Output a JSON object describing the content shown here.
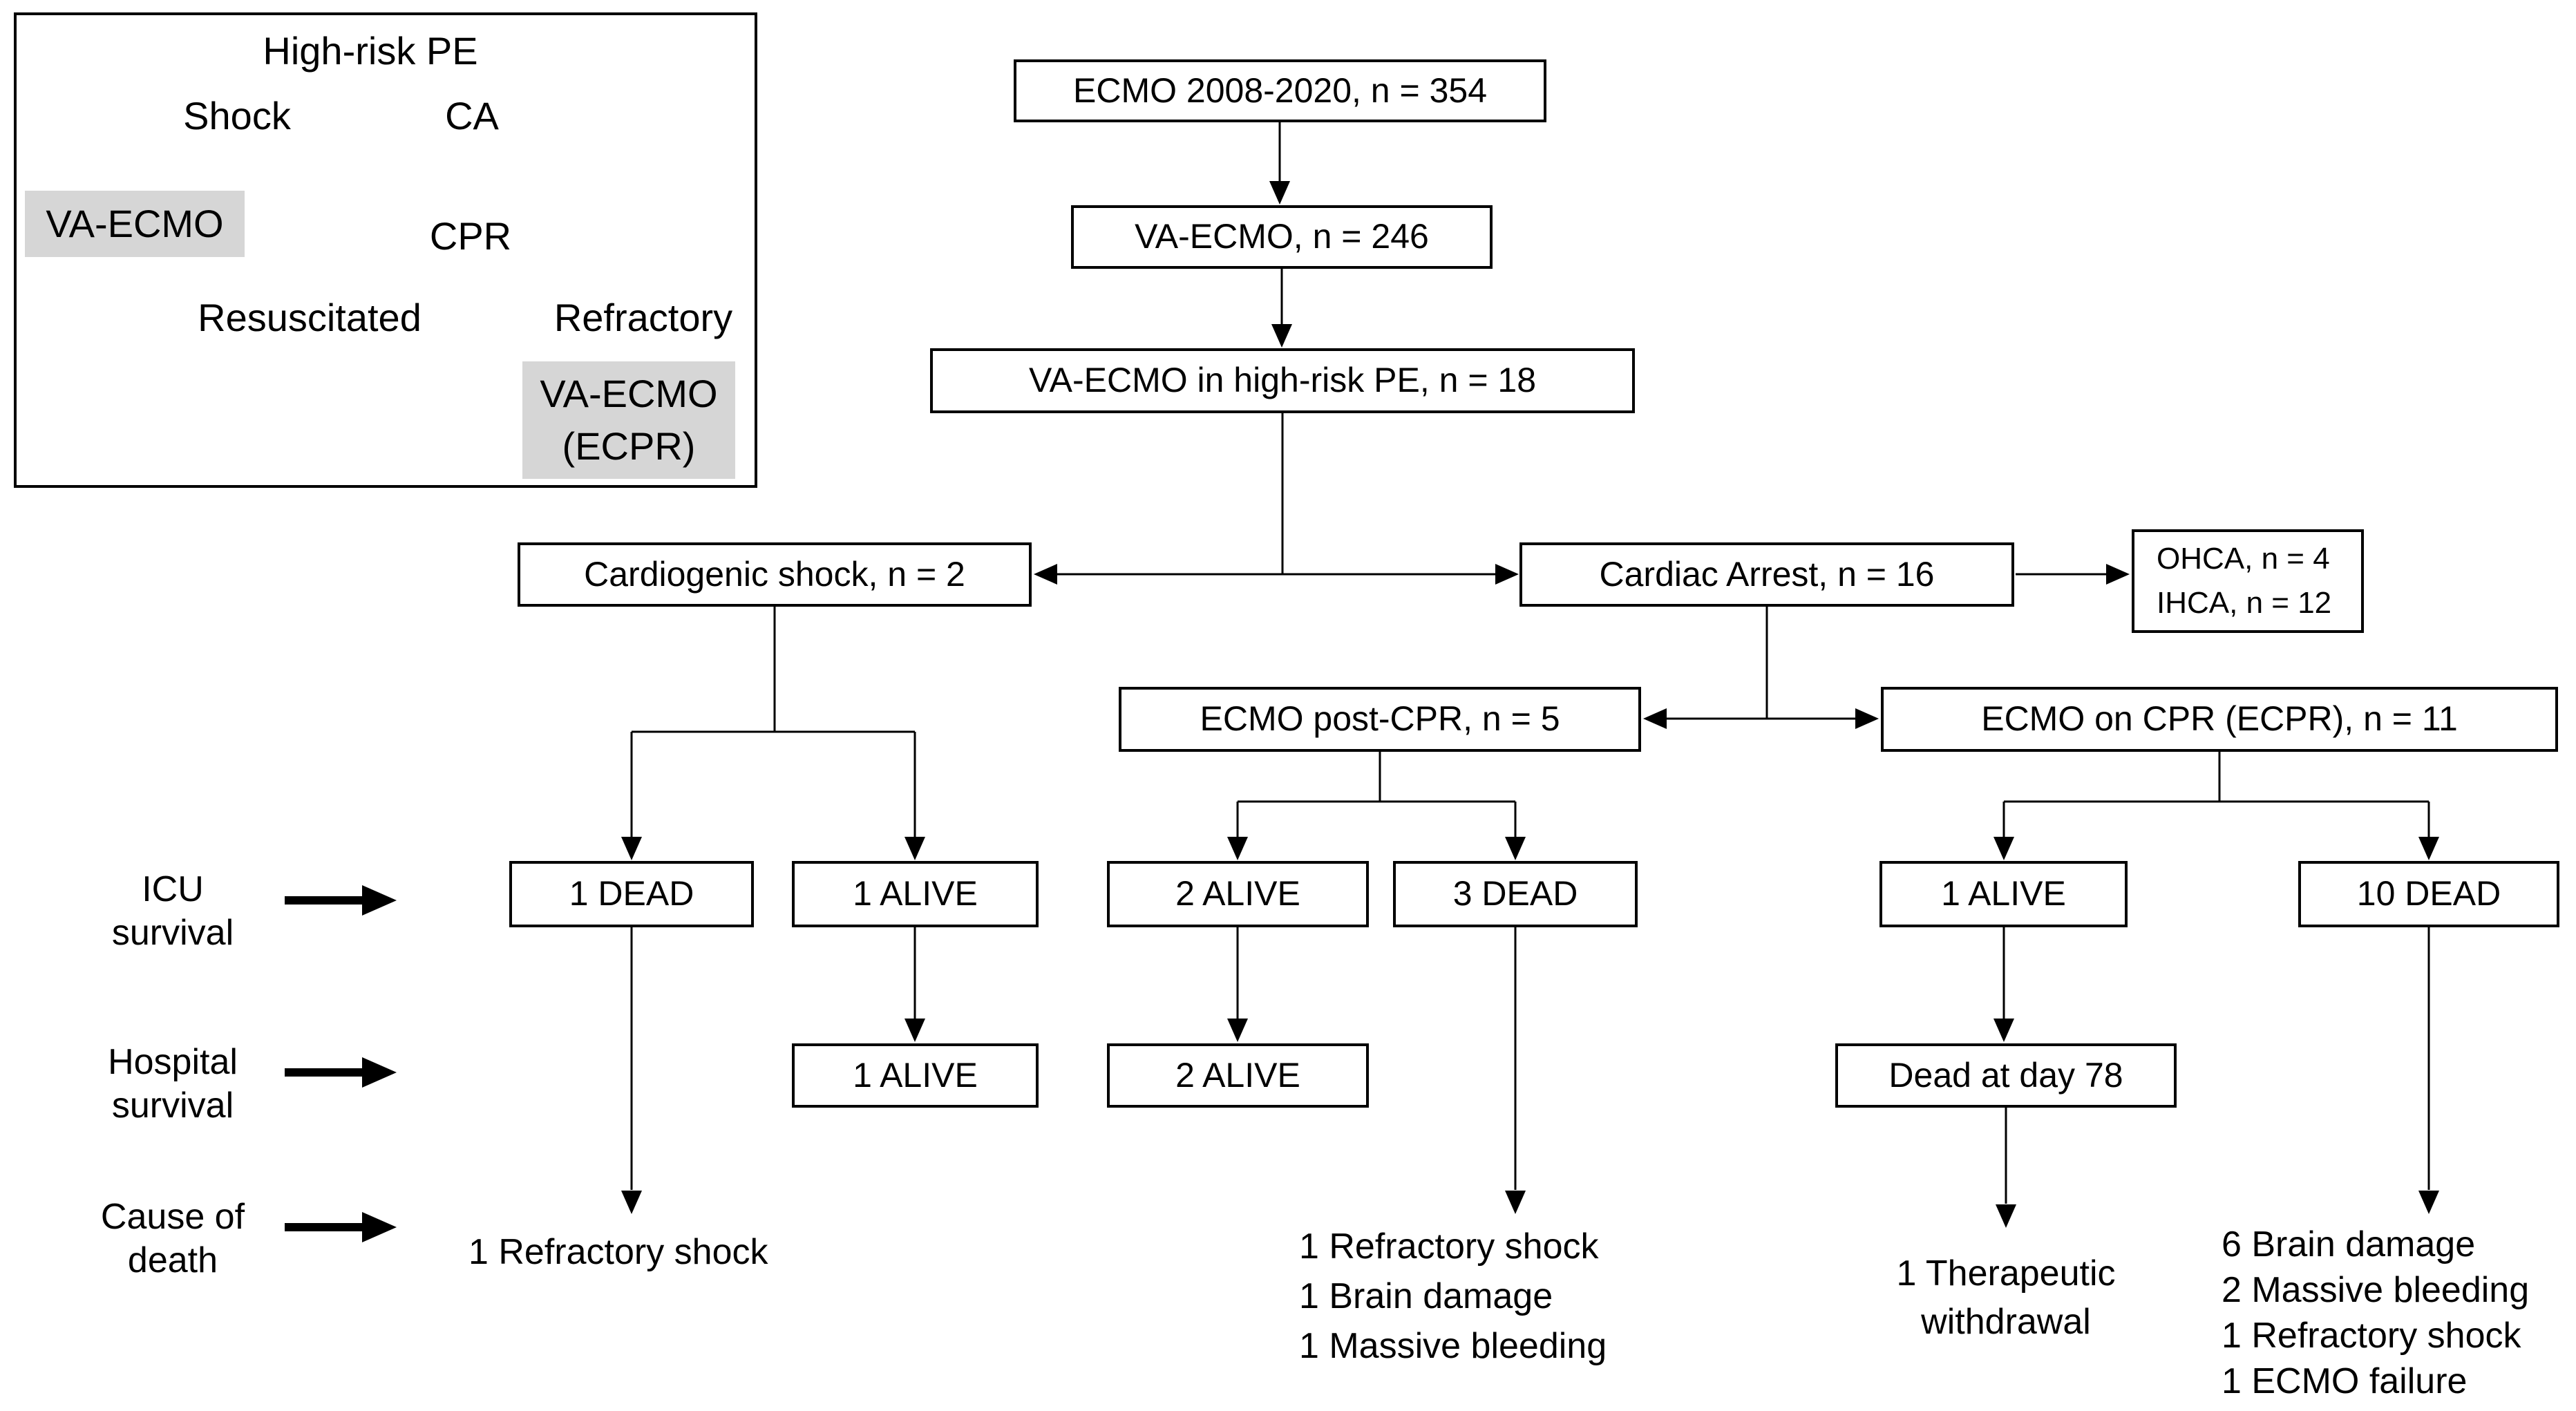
{
  "figure": {
    "description": "Flow chart of VA-ECMO outcomes in high-risk pulmonary embolism"
  },
  "colors": {
    "line": "#000000",
    "box_background": "#ffffff",
    "shaded_background": "#d6d6d6",
    "page_background": "#ffffff",
    "text": "#000000"
  },
  "inset": {
    "high_risk_pe": "High-risk PE",
    "shock": "Shock",
    "ca": "CA",
    "cpr": "CPR",
    "va_ecmo": "VA-ECMO",
    "resuscitated": "Resuscitated",
    "refractory": "Refractory",
    "va_ecmo_ecpr": "VA-ECMO\n(ECPR)"
  },
  "flow": {
    "ecmo_total": "ECMO 2008-2020, n = 354",
    "va_ecmo": "VA-ECMO, n = 246",
    "va_ecmo_pe": "VA-ECMO in high-risk PE, n = 18",
    "cardiogenic_shock": "Cardiogenic shock, n = 2",
    "cardiac_arrest": "Cardiac Arrest, n = 16",
    "ca_location": "OHCA, n = 4\nIHCA, n = 12",
    "ecmo_post_cpr": "ECMO post-CPR, n = 5",
    "ecmo_on_cpr": "ECMO on CPR (ECPR), n = 11"
  },
  "row_labels": {
    "icu": "ICU\nsurvival",
    "hospital": "Hospital\nsurvival",
    "cause": "Cause of\ndeath"
  },
  "icu_outcomes": {
    "cardiogenic_dead": "1 DEAD",
    "cardiogenic_alive": "1 ALIVE",
    "post_cpr_alive": "2 ALIVE",
    "post_cpr_dead": "3 DEAD",
    "ecpr_alive": "1 ALIVE",
    "ecpr_dead": "10 DEAD"
  },
  "hospital_outcomes": {
    "cardiogenic_alive": "1 ALIVE",
    "post_cpr_alive": "2 ALIVE",
    "ecpr": "Dead at day 78"
  },
  "causes_of_death": {
    "cardiogenic": [
      "1 Refractory shock"
    ],
    "post_cpr": [
      "1 Refractory shock",
      "1 Brain damage",
      "1 Massive bleeding"
    ],
    "ecpr_after_icu": "1 Therapeutic\nwithdrawal",
    "ecpr": [
      "6 Brain damage",
      "2 Massive bleeding",
      "1 Refractory shock",
      "1 ECMO failure"
    ]
  }
}
